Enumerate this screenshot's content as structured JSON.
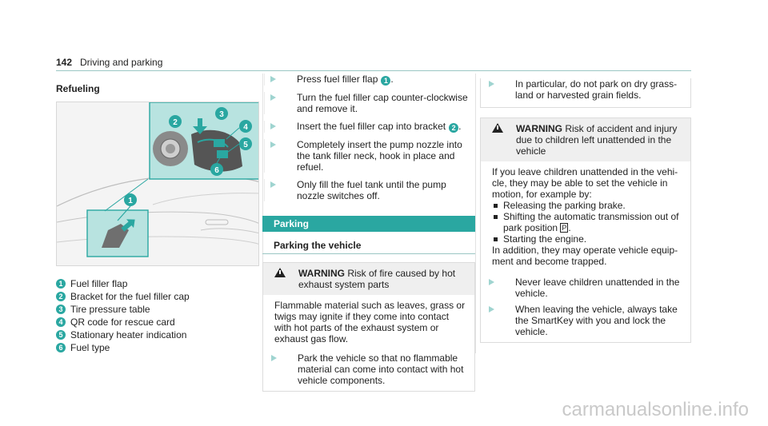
{
  "header": {
    "page_number": "142",
    "title": "Driving and parking"
  },
  "refueling": {
    "heading": "Refueling",
    "legend": [
      {
        "num": "1",
        "text": "Fuel filler flap"
      },
      {
        "num": "2",
        "text": "Bracket for the fuel filler cap"
      },
      {
        "num": "3",
        "text": "Tire pressure table"
      },
      {
        "num": "4",
        "text": "QR code for rescue card"
      },
      {
        "num": "5",
        "text": "Stationary heater indication"
      },
      {
        "num": "6",
        "text": "Fuel type"
      }
    ],
    "steps": [
      {
        "text": "Press fuel filler flap",
        "badge": "1",
        "suffix": "."
      },
      {
        "text": "Turn the fuel filler cap counter-clockwise and remove it."
      },
      {
        "text": "Insert the fuel filler cap into bracket",
        "badge": "2",
        "suffix": "."
      },
      {
        "text": "Completely insert the pump nozzle into the tank filler neck, hook in place and refuel."
      },
      {
        "text": "Only fill the fuel tank until the pump nozzle switches off."
      }
    ]
  },
  "parking": {
    "section": "Parking",
    "subheading": "Parking the vehicle",
    "warning1": {
      "label": "WARNING",
      "title": "Risk of fire caused by hot exhaust system parts",
      "body": "Flammable material such as leaves, grass or twigs may ignite if they come into contact with hot parts of the exhaust system or exhaust gas flow.",
      "steps": [
        "Park the vehicle so that no flammable material can come into contact with hot vehicle components.",
        "In particular, do not park on dry grass-land or harvested grain fields."
      ]
    },
    "warning2": {
      "label": "WARNING",
      "title": "Risk of accident and injury due to children left unattended in the vehicle",
      "body": "If you leave children unattended in the vehi-cle, they may be able to set the vehicle in motion, for example by:",
      "bullets": [
        "Releasing the parking brake.",
        "Shifting the automatic transmission out of park position",
        "Starting the engine."
      ],
      "park_symbol": "P",
      "body2": "In addition, they may operate vehicle equip-ment and become trapped.",
      "steps": [
        "Never leave children unattended in the vehicle.",
        "When leaving the vehicle, always take the SmartKey with you and lock the vehicle."
      ]
    }
  },
  "watermark": "carmanualsonline.info"
}
